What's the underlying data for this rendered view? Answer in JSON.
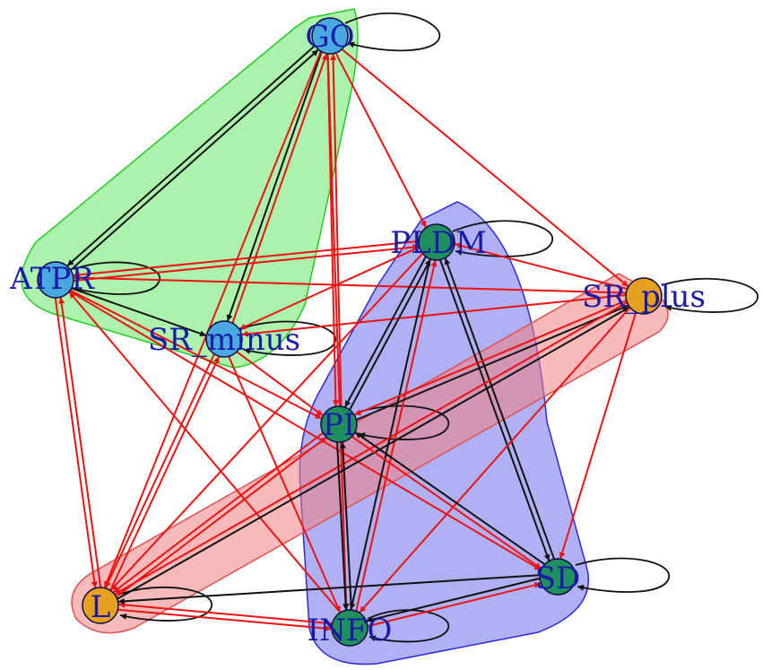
{
  "groups": [
    {
      "id": "green",
      "fill": "#90ee90",
      "stroke": "#22cc22"
    },
    {
      "id": "blue",
      "fill": "#8f8fef",
      "stroke": "#2a2add"
    },
    {
      "id": "red",
      "fill": "#f08080",
      "stroke": "#e05050"
    }
  ],
  "nodes": [
    {
      "id": "GO",
      "label": "GO",
      "color": "#4aa8e0"
    },
    {
      "id": "ATPR",
      "label": "ATPR",
      "color": "#4aa8e0"
    },
    {
      "id": "SR_minus",
      "label": "SR_minus",
      "color": "#4aa8e0"
    },
    {
      "id": "PLDM",
      "label": "PLDM",
      "color": "#1f8f5f"
    },
    {
      "id": "SR_plus",
      "label": "SR_plus",
      "color": "#e8a020"
    },
    {
      "id": "PI",
      "label": "PI",
      "color": "#1f8f5f"
    },
    {
      "id": "L",
      "label": "L",
      "color": "#e8a020"
    },
    {
      "id": "INFO",
      "label": "INFO",
      "color": "#1f8f5f"
    },
    {
      "id": "SD",
      "label": "SD",
      "color": "#1f8f5f"
    }
  ],
  "edge_colors": {
    "red": "#ee1111",
    "black": "#111111"
  },
  "edges": [
    {
      "from": "GO",
      "to": "ATPR",
      "color": "black"
    },
    {
      "from": "ATPR",
      "to": "GO",
      "color": "black"
    },
    {
      "from": "GO",
      "to": "SR_minus",
      "color": "black"
    },
    {
      "from": "SR_minus",
      "to": "GO",
      "color": "red"
    },
    {
      "from": "GO",
      "to": "PI",
      "color": "red"
    },
    {
      "from": "PI",
      "to": "GO",
      "color": "red"
    },
    {
      "from": "GO",
      "to": "PLDM",
      "color": "red"
    },
    {
      "from": "GO",
      "to": "SR_plus",
      "color": "red"
    },
    {
      "from": "GO",
      "to": "L",
      "color": "red"
    },
    {
      "from": "GO",
      "to": "INFO",
      "color": "red"
    },
    {
      "from": "SR_plus",
      "to": "ATPR",
      "color": "red"
    },
    {
      "from": "PLDM",
      "to": "ATPR",
      "color": "red"
    },
    {
      "from": "ATPR",
      "to": "PLDM",
      "color": "red"
    },
    {
      "from": "ATPR",
      "to": "SR_minus",
      "color": "black"
    },
    {
      "from": "ATPR",
      "to": "L",
      "color": "red"
    },
    {
      "from": "L",
      "to": "ATPR",
      "color": "red"
    },
    {
      "from": "ATPR",
      "to": "PI",
      "color": "red"
    },
    {
      "from": "ATPR",
      "to": "SD",
      "color": "red"
    },
    {
      "from": "INFO",
      "to": "ATPR",
      "color": "red"
    },
    {
      "from": "SR_plus",
      "to": "SR_minus",
      "color": "red"
    },
    {
      "from": "PLDM",
      "to": "SR_minus",
      "color": "red"
    },
    {
      "from": "SR_minus",
      "to": "PI",
      "color": "red"
    },
    {
      "from": "SR_minus",
      "to": "L",
      "color": "red"
    },
    {
      "from": "L",
      "to": "SR_minus",
      "color": "red"
    },
    {
      "from": "SR_minus",
      "to": "INFO",
      "color": "red"
    },
    {
      "from": "SR_plus",
      "to": "PLDM",
      "color": "red"
    },
    {
      "from": "PLDM",
      "to": "PI",
      "color": "black"
    },
    {
      "from": "PI",
      "to": "PLDM",
      "color": "black"
    },
    {
      "from": "PLDM",
      "to": "SD",
      "color": "black"
    },
    {
      "from": "SD",
      "to": "PLDM",
      "color": "black"
    },
    {
      "from": "PLDM",
      "to": "INFO",
      "color": "black"
    },
    {
      "from": "INFO",
      "to": "PLDM",
      "color": "red"
    },
    {
      "from": "PLDM",
      "to": "L",
      "color": "red"
    },
    {
      "from": "SR_plus",
      "to": "PI",
      "color": "red"
    },
    {
      "from": "PI",
      "to": "SR_plus",
      "color": "black"
    },
    {
      "from": "SR_plus",
      "to": "L",
      "color": "red"
    },
    {
      "from": "L",
      "to": "SR_plus",
      "color": "black"
    },
    {
      "from": "SR_plus",
      "to": "SD",
      "color": "red"
    },
    {
      "from": "SR_plus",
      "to": "INFO",
      "color": "red"
    },
    {
      "from": "PI",
      "to": "L",
      "color": "red"
    },
    {
      "from": "L",
      "to": "PI",
      "color": "red"
    },
    {
      "from": "PI",
      "to": "INFO",
      "color": "black"
    },
    {
      "from": "INFO",
      "to": "PI",
      "color": "black"
    },
    {
      "from": "PI",
      "to": "SD",
      "color": "red"
    },
    {
      "from": "SD",
      "to": "PI",
      "color": "black"
    },
    {
      "from": "L",
      "to": "INFO",
      "color": "red"
    },
    {
      "from": "INFO",
      "to": "L",
      "color": "red"
    },
    {
      "from": "SD",
      "to": "L",
      "color": "black"
    },
    {
      "from": "SD",
      "to": "INFO",
      "color": "black"
    },
    {
      "from": "INFO",
      "to": "SD",
      "color": "red"
    }
  ],
  "self_loops": [
    "GO",
    "PLDM",
    "SR_plus",
    "SR_minus",
    "ATPR",
    "PI",
    "SD",
    "L",
    "INFO"
  ]
}
